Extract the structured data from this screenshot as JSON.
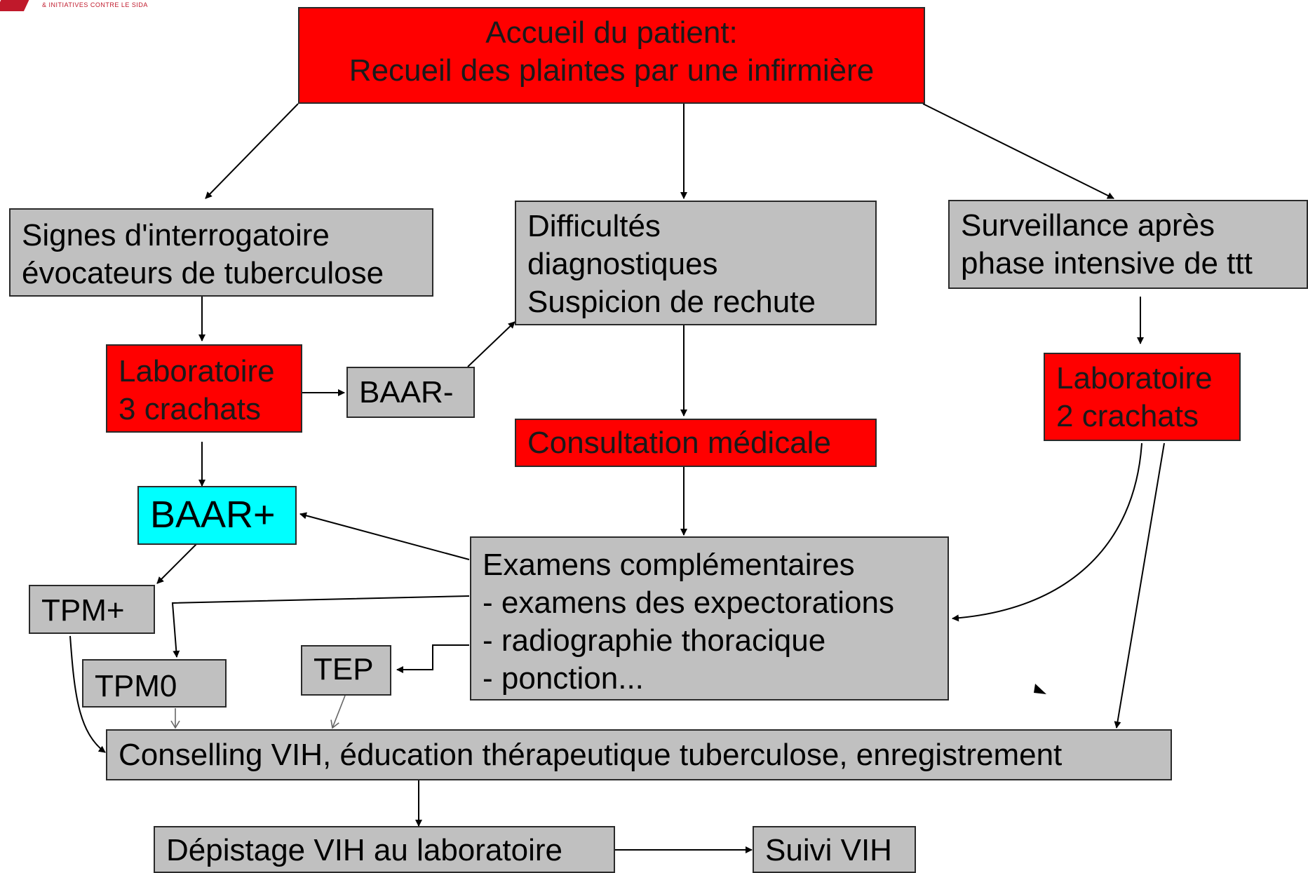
{
  "logo": {
    "tagline": "& INITIATIVES CONTRE LE SIDA",
    "color": "#c0192b"
  },
  "colors": {
    "red": "#ff0000",
    "grey": "#c0c0c0",
    "cyan": "#00ffff"
  },
  "nodes": {
    "accueil": {
      "lines": [
        "Accueil du patient:",
        "Recueil des plaintes par une infirmière"
      ]
    },
    "signes": {
      "lines": [
        "Signes d'interrogatoire",
        "évocateurs de tuberculose"
      ]
    },
    "difficultes": {
      "lines": [
        "Difficultés",
        "diagnostiques",
        "Suspicion de rechute"
      ]
    },
    "surveillance": {
      "lines": [
        "Surveillance après",
        "phase intensive de ttt"
      ]
    },
    "labo3": {
      "lines": [
        "Laboratoire",
        "3 crachats"
      ]
    },
    "baar_neg": {
      "lines": [
        "BAAR-"
      ]
    },
    "consultation": {
      "lines": [
        "Consultation médicale"
      ]
    },
    "labo2": {
      "lines": [
        "Laboratoire",
        "2 crachats"
      ]
    },
    "baar_pos": {
      "lines": [
        "BAAR+"
      ]
    },
    "examens": {
      "lines": [
        "Examens complémentaires",
        "- examens des expectorations",
        "- radiographie thoracique",
        "- ponction..."
      ]
    },
    "tpm_pos": {
      "lines": [
        "TPM+"
      ]
    },
    "tpm0": {
      "lines": [
        "TPM0"
      ]
    },
    "tep": {
      "lines": [
        "TEP"
      ]
    },
    "conselling": {
      "lines": [
        "Conselling VIH, éducation thérapeutique tuberculose, enregistrement"
      ]
    },
    "depistage": {
      "lines": [
        "Dépistage VIH au laboratoire"
      ]
    },
    "suivi": {
      "lines": [
        "Suivi VIH"
      ]
    }
  }
}
